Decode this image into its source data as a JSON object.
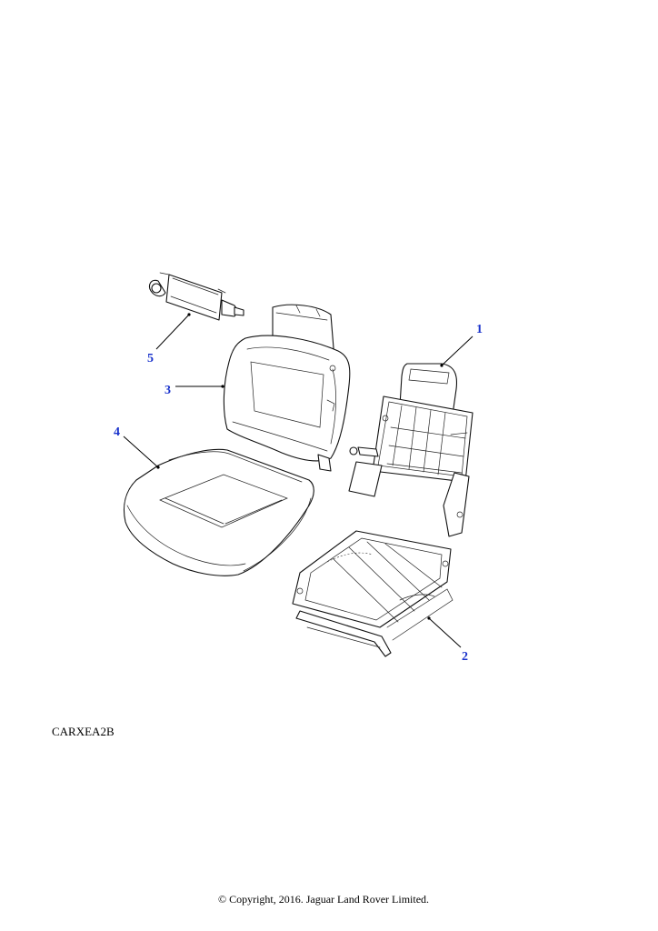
{
  "diagram": {
    "reference_code": "CARXEA2B",
    "copyright": "© Copyright, 2016. Jaguar Land Rover Limited.",
    "callouts": [
      {
        "id": "1",
        "label": "1"
      },
      {
        "id": "2",
        "label": "2"
      },
      {
        "id": "3",
        "label": "3"
      },
      {
        "id": "4",
        "label": "4"
      },
      {
        "id": "5",
        "label": "5"
      }
    ]
  },
  "colors": {
    "callout": "#1a33cc",
    "line": "#111111",
    "background": "#ffffff"
  }
}
